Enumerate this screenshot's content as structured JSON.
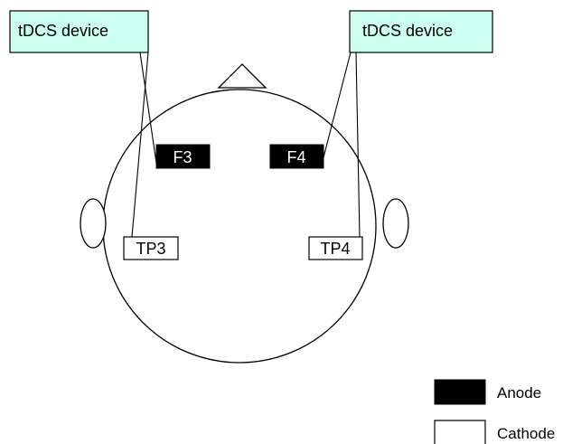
{
  "devices": [
    {
      "label": "tDCS device",
      "fill": "#ccfff0"
    },
    {
      "label": "tDCS device",
      "fill": "#ccfff0"
    }
  ],
  "electrodes": {
    "f3": {
      "label": "F3",
      "polarity": "anode"
    },
    "f4": {
      "label": "F4",
      "polarity": "anode"
    },
    "tp3": {
      "label": "TP3",
      "polarity": "cathode"
    },
    "tp4": {
      "label": "TP4",
      "polarity": "cathode"
    }
  },
  "legend": {
    "anode": {
      "label": "Anode",
      "fill": "#000000"
    },
    "cathode": {
      "label": "Cathode",
      "fill": "#ffffff"
    }
  },
  "colors": {
    "anode_fill": "#000000",
    "anode_text": "#ffffff",
    "cathode_fill": "#ffffff",
    "cathode_text": "#000000",
    "line": "#000000"
  }
}
